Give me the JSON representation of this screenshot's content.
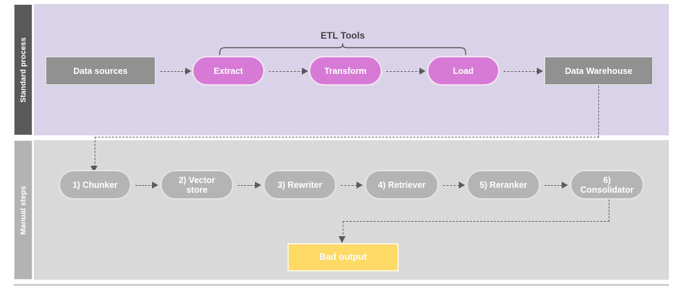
{
  "diagram": {
    "type": "flowchart",
    "title": "ETL standard process and manual RAG steps",
    "colors": {
      "lane_top_label_bg": "#595959",
      "lane_top_body_bg": "#d9d2e9",
      "lane_bottom_label_bg": "#b3b3b3",
      "lane_bottom_body_bg": "#d9d9d9",
      "gray_node": "#919191",
      "pill_purple": "#d77ad6",
      "pill_gray": "#b4b4b4",
      "warn_yellow": "#ffd966",
      "connector": "#5a5a5a",
      "annotation_text": "#434343"
    }
  },
  "lanes": [
    {
      "id": "standard-process",
      "label": "Standard process"
    },
    {
      "id": "manual-steps",
      "label": "Manual steps"
    }
  ],
  "annotations": [
    {
      "id": "etl-tools",
      "label": "ETL Tools",
      "spans": [
        "Extract",
        "Transform",
        "Load"
      ]
    }
  ],
  "top_row": {
    "nodes": [
      {
        "id": "data-sources",
        "label": "Data sources",
        "shape": "rect"
      },
      {
        "id": "extract",
        "label": "Extract",
        "shape": "pill"
      },
      {
        "id": "transform",
        "label": "Transform",
        "shape": "pill"
      },
      {
        "id": "load",
        "label": "Load",
        "shape": "pill"
      },
      {
        "id": "data-warehouse",
        "label": "Data Warehouse",
        "shape": "rect"
      }
    ]
  },
  "bottom_row": {
    "nodes": [
      {
        "id": "chunker",
        "label": "1) Chunker",
        "shape": "pill"
      },
      {
        "id": "vector-store",
        "label": "2) Vector\nstore",
        "line1": "2) Vector",
        "line2": "store",
        "shape": "pill"
      },
      {
        "id": "rewriter",
        "label": "3) Rewriter",
        "shape": "pill"
      },
      {
        "id": "retriever",
        "label": "4) Retriever",
        "shape": "pill"
      },
      {
        "id": "reranker",
        "label": "5) Reranker",
        "shape": "pill"
      },
      {
        "id": "consolidator",
        "label": "6)\nConsolidator",
        "line1": "6)",
        "line2": "Consolidator",
        "shape": "pill"
      }
    ]
  },
  "outputs": [
    {
      "id": "bad-output",
      "label": "Bad output",
      "shape": "rect",
      "tone": "warning"
    }
  ],
  "edges": [
    {
      "from": "data-sources",
      "to": "extract",
      "style": "dashed"
    },
    {
      "from": "extract",
      "to": "transform",
      "style": "dashed"
    },
    {
      "from": "transform",
      "to": "load",
      "style": "dashed"
    },
    {
      "from": "load",
      "to": "data-warehouse",
      "style": "dashed"
    },
    {
      "from": "data-warehouse",
      "to": "chunker",
      "style": "dashed"
    },
    {
      "from": "chunker",
      "to": "vector-store",
      "style": "dashed"
    },
    {
      "from": "vector-store",
      "to": "rewriter",
      "style": "dashed"
    },
    {
      "from": "rewriter",
      "to": "retriever",
      "style": "dashed"
    },
    {
      "from": "retriever",
      "to": "reranker",
      "style": "dashed"
    },
    {
      "from": "reranker",
      "to": "consolidator",
      "style": "dashed"
    },
    {
      "from": "consolidator",
      "to": "bad-output",
      "style": "dashed"
    }
  ]
}
